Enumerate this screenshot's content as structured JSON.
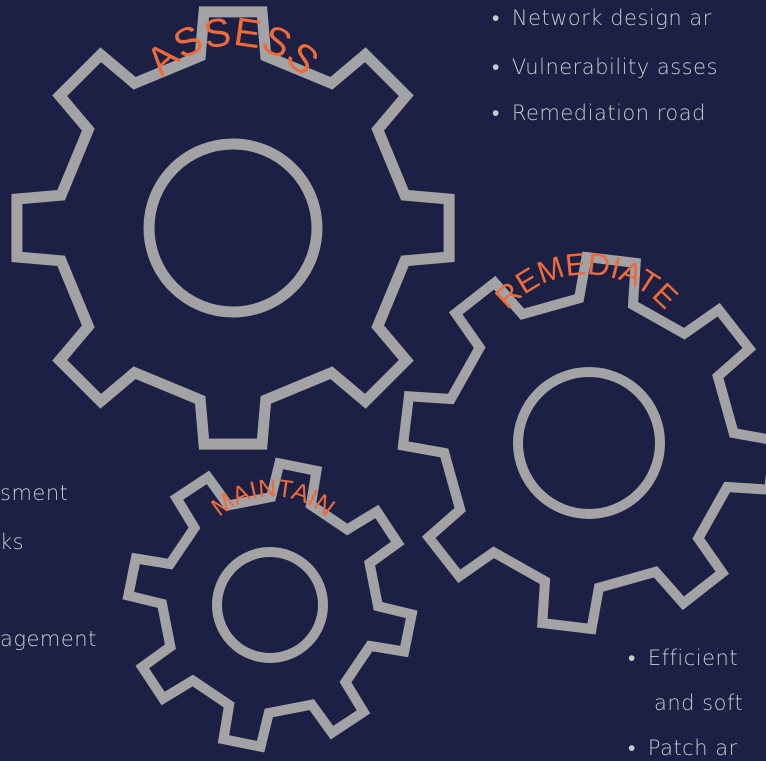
{
  "assess": {
    "label": "ASSESS",
    "bullets": [
      "Network design ar",
      "Vulnerability asses",
      "Remediation road"
    ]
  },
  "remediate": {
    "label": "REMEDIATE",
    "bullets_line1": "Efficient",
    "bullets_line2": "and soft",
    "bullets_line3": "Patch ar"
  },
  "maintain": {
    "label": "MAINTAIN",
    "left_fragments": [
      "sment",
      "ks",
      "agement"
    ]
  },
  "colors": {
    "background": "#1c2044",
    "gear_outline": "#a3a3a6",
    "label": "#ee6a3a",
    "text": "#c9c9cf"
  }
}
